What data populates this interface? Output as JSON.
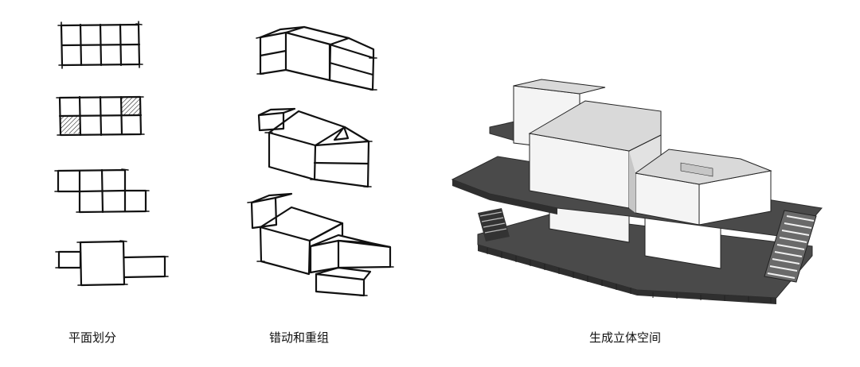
{
  "captions": {
    "plane": "平面划分",
    "shift": "错动和重组",
    "space": "生成立体空间"
  },
  "colors": {
    "background": "#ffffff",
    "ink": "#111111",
    "block_top": "#d9d9d9",
    "block_side_light": "#f4f4f4",
    "block_side_shade": "#c6c6c6",
    "slab": "#4a4a4a",
    "slab_edge": "#2b2b2b"
  }
}
